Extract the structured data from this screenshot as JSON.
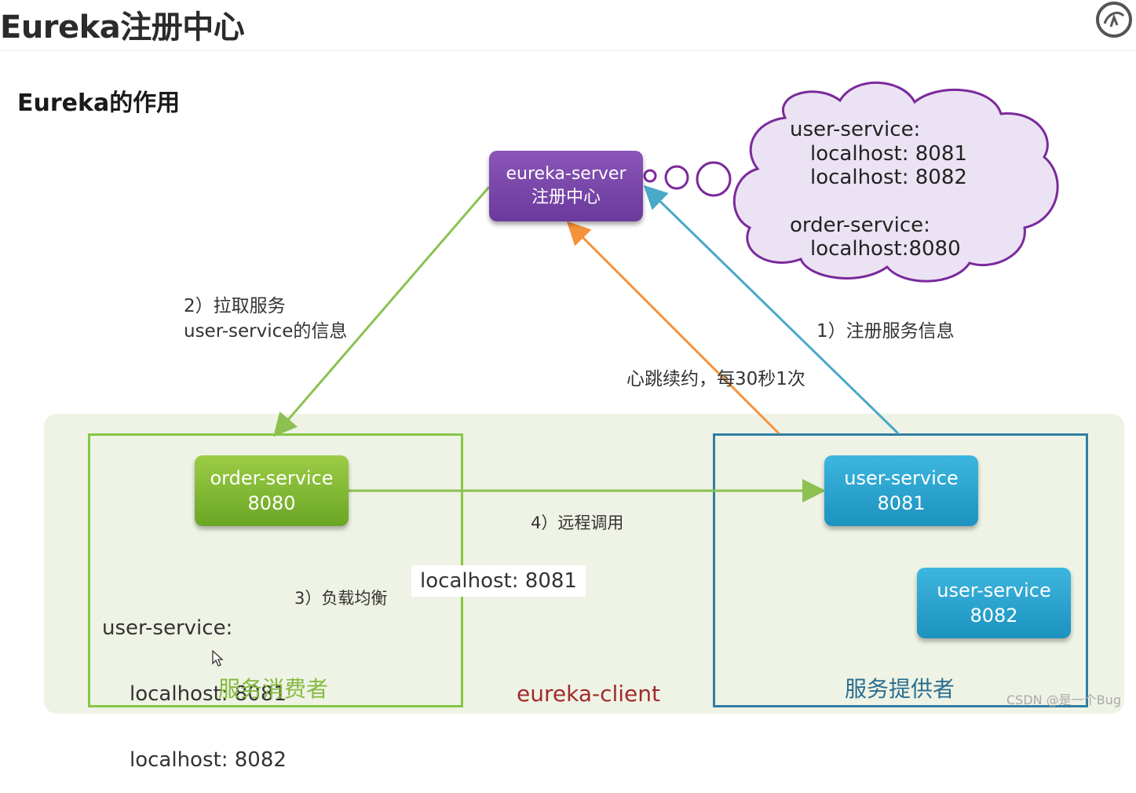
{
  "header": {
    "title": "Eureka注册中心"
  },
  "section": {
    "title": "Eureka的作用"
  },
  "server": {
    "line1": "eureka-server",
    "line2": "注册中心"
  },
  "registry_cloud": {
    "service1": "user-service:",
    "service1_addr1": "localhost: 8081",
    "service1_addr2": "localhost: 8082",
    "service2": "order-service:",
    "service2_addr1": "localhost:8080"
  },
  "steps": {
    "pull_line1": "2）拉取服务",
    "pull_line2": "user-service的信息",
    "register": "1）注册服务信息",
    "heartbeat": "心跳续约，每30秒1次",
    "remote_call": "4）远程调用",
    "load_balance": "3）负载均衡"
  },
  "consumer": {
    "node_name": "order-service",
    "node_port": "8080",
    "list_service": "user-service:",
    "list_addr1": "localhost: 8081",
    "list_addr2": "localhost: 8082",
    "selected": "localhost: 8081",
    "caption": "服务消费者"
  },
  "provider": {
    "node1_name": "user-service",
    "node1_port": "8081",
    "node2_name": "user-service",
    "node2_port": "8082",
    "caption": "服务提供者"
  },
  "client_caption": "eureka-client",
  "watermark": "CSDN @是一个Bug",
  "colors": {
    "server": "#7b48ad",
    "consumer": "#86c645",
    "provider": "#2e7fa3",
    "provider_node": "#27a4d1",
    "heartbeat_arrow": "#f5933b",
    "register_arrow": "#4aa8c8",
    "client_label": "#a12a2a"
  },
  "icons": [
    "logo-icon",
    "cursor-icon"
  ]
}
